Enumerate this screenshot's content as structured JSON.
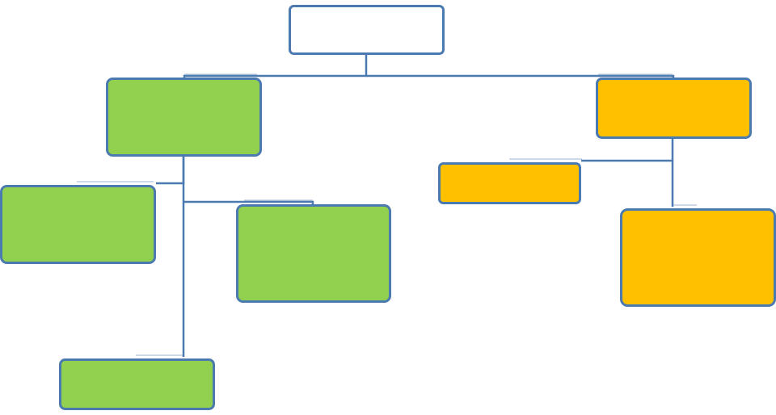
{
  "colors": {
    "background": "#ffffff",
    "connector": "#4a7ab0",
    "hint": "#8aa6c8",
    "root_fill": "#ffffff",
    "green_fill": "#92d050",
    "orange_fill": "#ffc000",
    "node_border": "#4a7ab0"
  },
  "nodes": [
    {
      "id": "root",
      "role": "root",
      "branch": "none",
      "text": ""
    },
    {
      "id": "green-parent",
      "role": "branch-parent",
      "branch": "green",
      "text": ""
    },
    {
      "id": "green-child-left",
      "role": "child",
      "branch": "green",
      "text": ""
    },
    {
      "id": "green-child-right",
      "role": "child",
      "branch": "green",
      "text": ""
    },
    {
      "id": "green-child-bottom",
      "role": "child",
      "branch": "green",
      "text": ""
    },
    {
      "id": "orange-parent",
      "role": "branch-parent",
      "branch": "orange",
      "text": ""
    },
    {
      "id": "orange-child-left",
      "role": "child",
      "branch": "orange",
      "text": ""
    },
    {
      "id": "orange-child-right",
      "role": "child",
      "branch": "orange",
      "text": ""
    }
  ],
  "edges": [
    {
      "from": "root",
      "to": "green-parent"
    },
    {
      "from": "root",
      "to": "orange-parent"
    },
    {
      "from": "green-parent",
      "to": "green-child-left"
    },
    {
      "from": "green-parent",
      "to": "green-child-right"
    },
    {
      "from": "green-parent",
      "to": "green-child-bottom"
    },
    {
      "from": "orange-parent",
      "to": "orange-child-left"
    },
    {
      "from": "orange-parent",
      "to": "orange-child-right"
    }
  ]
}
